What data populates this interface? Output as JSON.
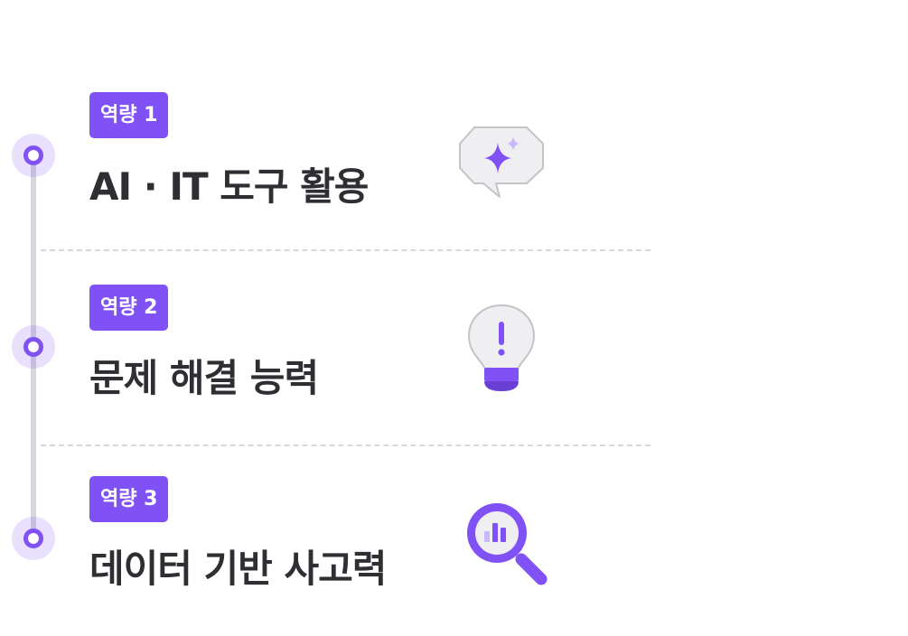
{
  "colors": {
    "accent": "#8052f6",
    "accent_light": "#c9b6fb",
    "text": "#2e2e33",
    "timeline": "#d6d6dc",
    "divider": "#d8d8dc",
    "icon_fill": "#efeff1",
    "icon_stroke": "#c4c4c8"
  },
  "competencies": [
    {
      "badge": "역량 1",
      "title": "AI · IT 도구 활용",
      "icon": "sparkle-chat-bubble-icon"
    },
    {
      "badge": "역량 2",
      "title": "문제 해결 능력",
      "icon": "lightbulb-exclamation-icon"
    },
    {
      "badge": "역량 3",
      "title": "데이터 기반 사고력",
      "icon": "magnifier-chart-icon"
    }
  ]
}
